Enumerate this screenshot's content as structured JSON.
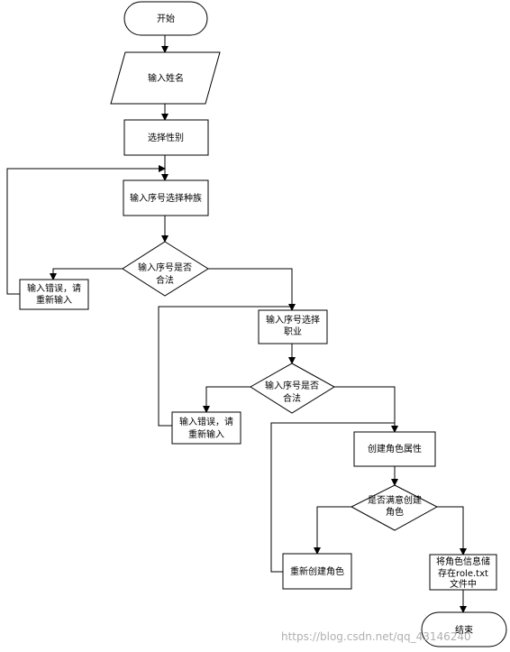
{
  "flowchart": {
    "start": "开始",
    "input_name": "输入姓名",
    "select_gender": "选择性别",
    "select_race": "输入序号选择种族",
    "check_race": [
      "输入序号是否",
      "合法"
    ],
    "error_race": [
      "输入错误，请",
      "重新输入"
    ],
    "select_job": [
      "输入序号选择",
      "职业"
    ],
    "check_job": [
      "输入序号是否",
      "合法"
    ],
    "error_job": [
      "输入错误，请",
      "重新输入"
    ],
    "create_attrs": "创建角色属性",
    "check_satisfied": [
      "是否满意创建",
      "角色"
    ],
    "recreate": "重新创建角色",
    "save": [
      "将角色信息储",
      "存在role.txt",
      "文件中"
    ],
    "end": "结束"
  },
  "watermark": "https://blog.csdn.net/qq_43146240"
}
